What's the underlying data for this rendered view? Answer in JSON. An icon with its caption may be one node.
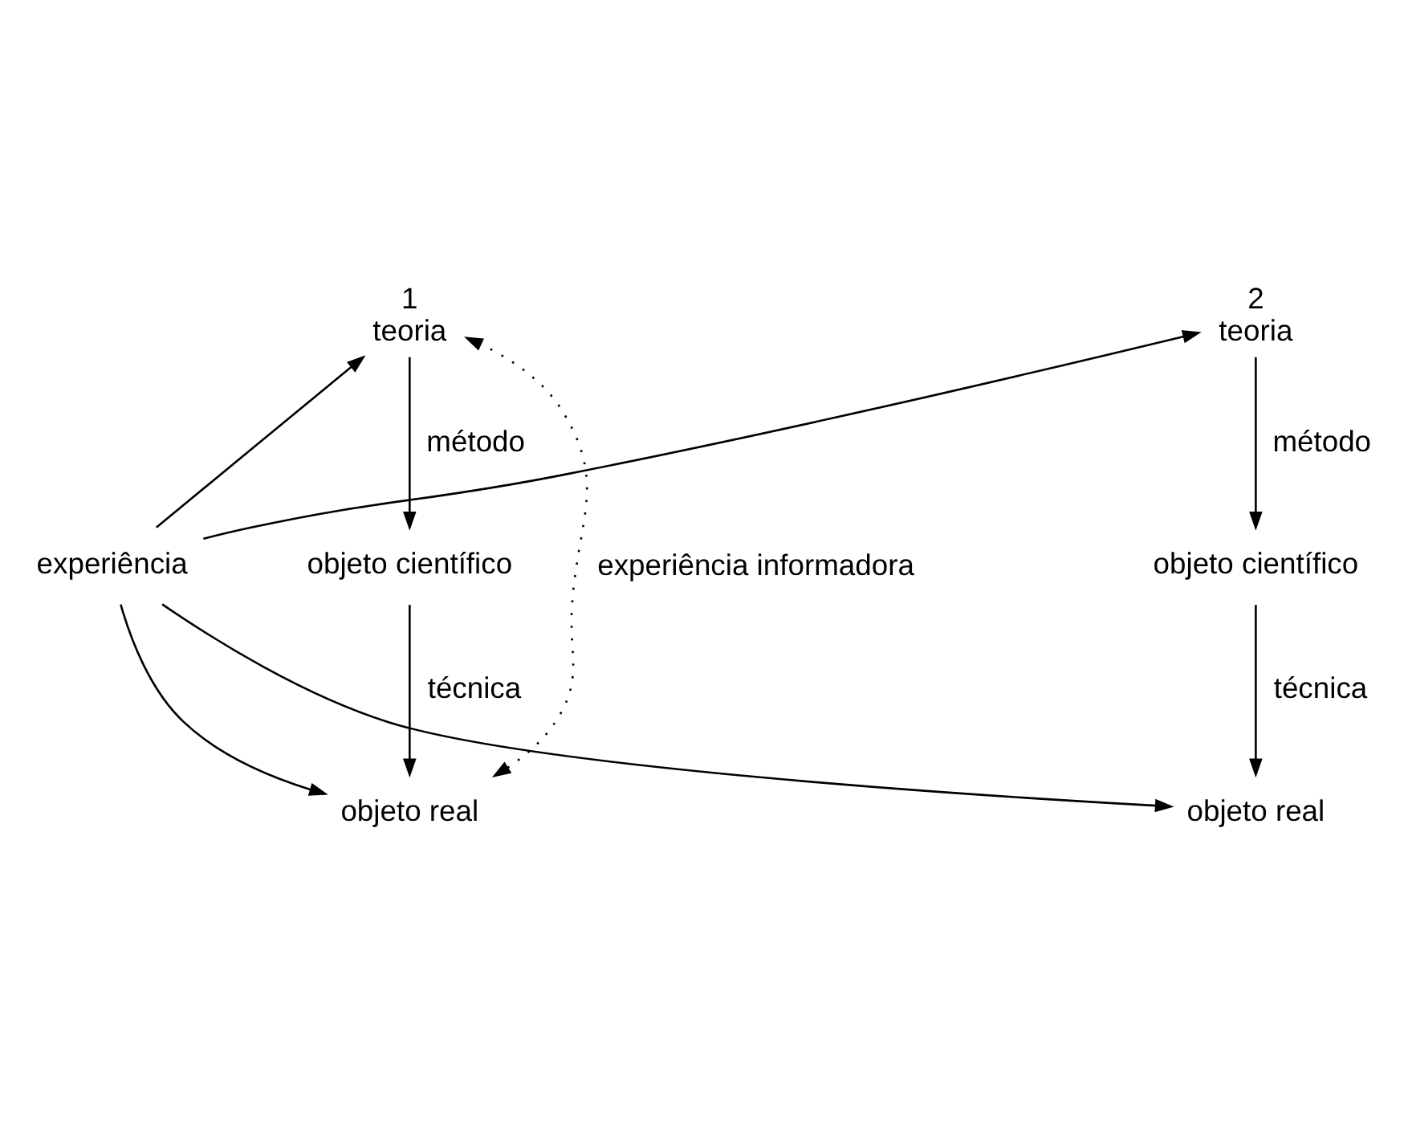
{
  "diagram": {
    "nodes": [
      {
        "text": [
          "experiência"
        ]
      },
      {
        "text": [
          "teoria"
        ],
        "beside": [
          "1"
        ]
      },
      {
        "text": [
          "objeto científico"
        ]
      },
      {
        "text": [
          "objeto real"
        ]
      },
      {
        "text": [
          "teoria"
        ],
        "beside": [
          "2"
        ]
      },
      {
        "text": [
          "objeto científico"
        ]
      },
      {
        "text": [
          "objeto real"
        ]
      }
    ],
    "edges": [
      {
        "from": 0,
        "to": 1,
        "arrow": "to"
      },
      {
        "from": 0,
        "to": 3,
        "arrow": "to"
      },
      {
        "from": 1,
        "to": 2,
        "arrow": "to",
        "label": "método"
      },
      {
        "from": 2,
        "to": 3,
        "arrow": "to",
        "label": "técnica"
      },
      {
        "from": 3,
        "to": 1,
        "arrow": "both",
        "style": "dashed",
        "label": "experiência informadora"
      },
      {
        "from": 0,
        "to": 4,
        "arrow": "to"
      },
      {
        "from": 0,
        "to": 6,
        "arrow": "to"
      },
      {
        "from": 4,
        "to": 5,
        "arrow": "to",
        "label": "método"
      },
      {
        "from": 5,
        "to": 6,
        "arrow": "to",
        "label": "técnica"
      }
    ]
  }
}
